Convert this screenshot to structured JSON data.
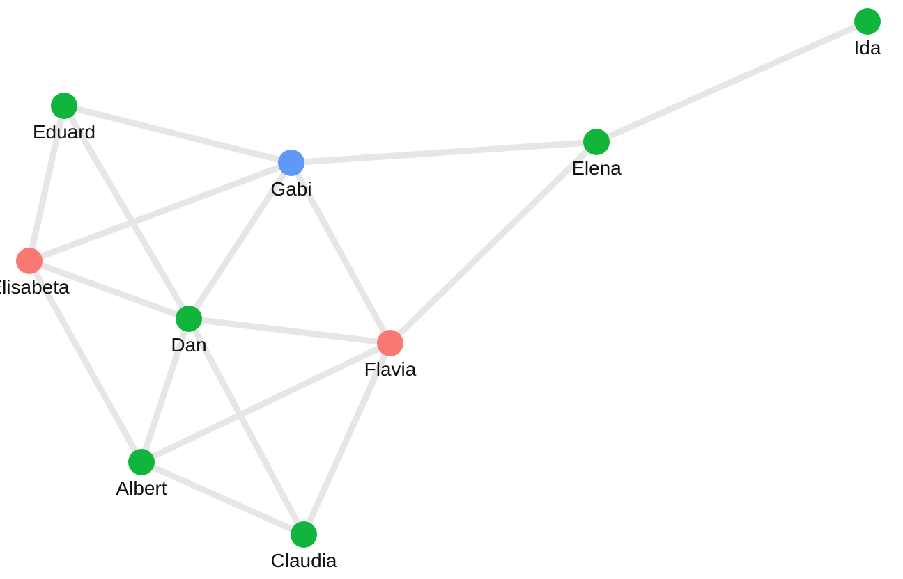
{
  "graph": {
    "colors": {
      "green": "#11b53c",
      "red": "#f87872",
      "blue": "#6098f6",
      "edge": "#e6e6e6"
    },
    "nodes": [
      {
        "id": "ida",
        "label": "Ida",
        "color": "green"
      },
      {
        "id": "eduard",
        "label": "Eduard",
        "color": "green"
      },
      {
        "id": "elena",
        "label": "Elena",
        "color": "green"
      },
      {
        "id": "gabi",
        "label": "Gabi",
        "color": "blue"
      },
      {
        "id": "elisabeta",
        "label": "Elisabeta",
        "color": "red"
      },
      {
        "id": "dan",
        "label": "Dan",
        "color": "green"
      },
      {
        "id": "flavia",
        "label": "Flavia",
        "color": "red"
      },
      {
        "id": "albert",
        "label": "Albert",
        "color": "green"
      },
      {
        "id": "claudia",
        "label": "Claudia",
        "color": "green"
      }
    ],
    "edges": [
      [
        "ida",
        "elena"
      ],
      [
        "elena",
        "gabi"
      ],
      [
        "elena",
        "flavia"
      ],
      [
        "eduard",
        "gabi"
      ],
      [
        "eduard",
        "elisabeta"
      ],
      [
        "eduard",
        "dan"
      ],
      [
        "gabi",
        "elisabeta"
      ],
      [
        "gabi",
        "dan"
      ],
      [
        "gabi",
        "flavia"
      ],
      [
        "elisabeta",
        "dan"
      ],
      [
        "elisabeta",
        "albert"
      ],
      [
        "dan",
        "flavia"
      ],
      [
        "dan",
        "albert"
      ],
      [
        "dan",
        "claudia"
      ],
      [
        "flavia",
        "albert"
      ],
      [
        "flavia",
        "claudia"
      ],
      [
        "albert",
        "claudia"
      ]
    ]
  }
}
